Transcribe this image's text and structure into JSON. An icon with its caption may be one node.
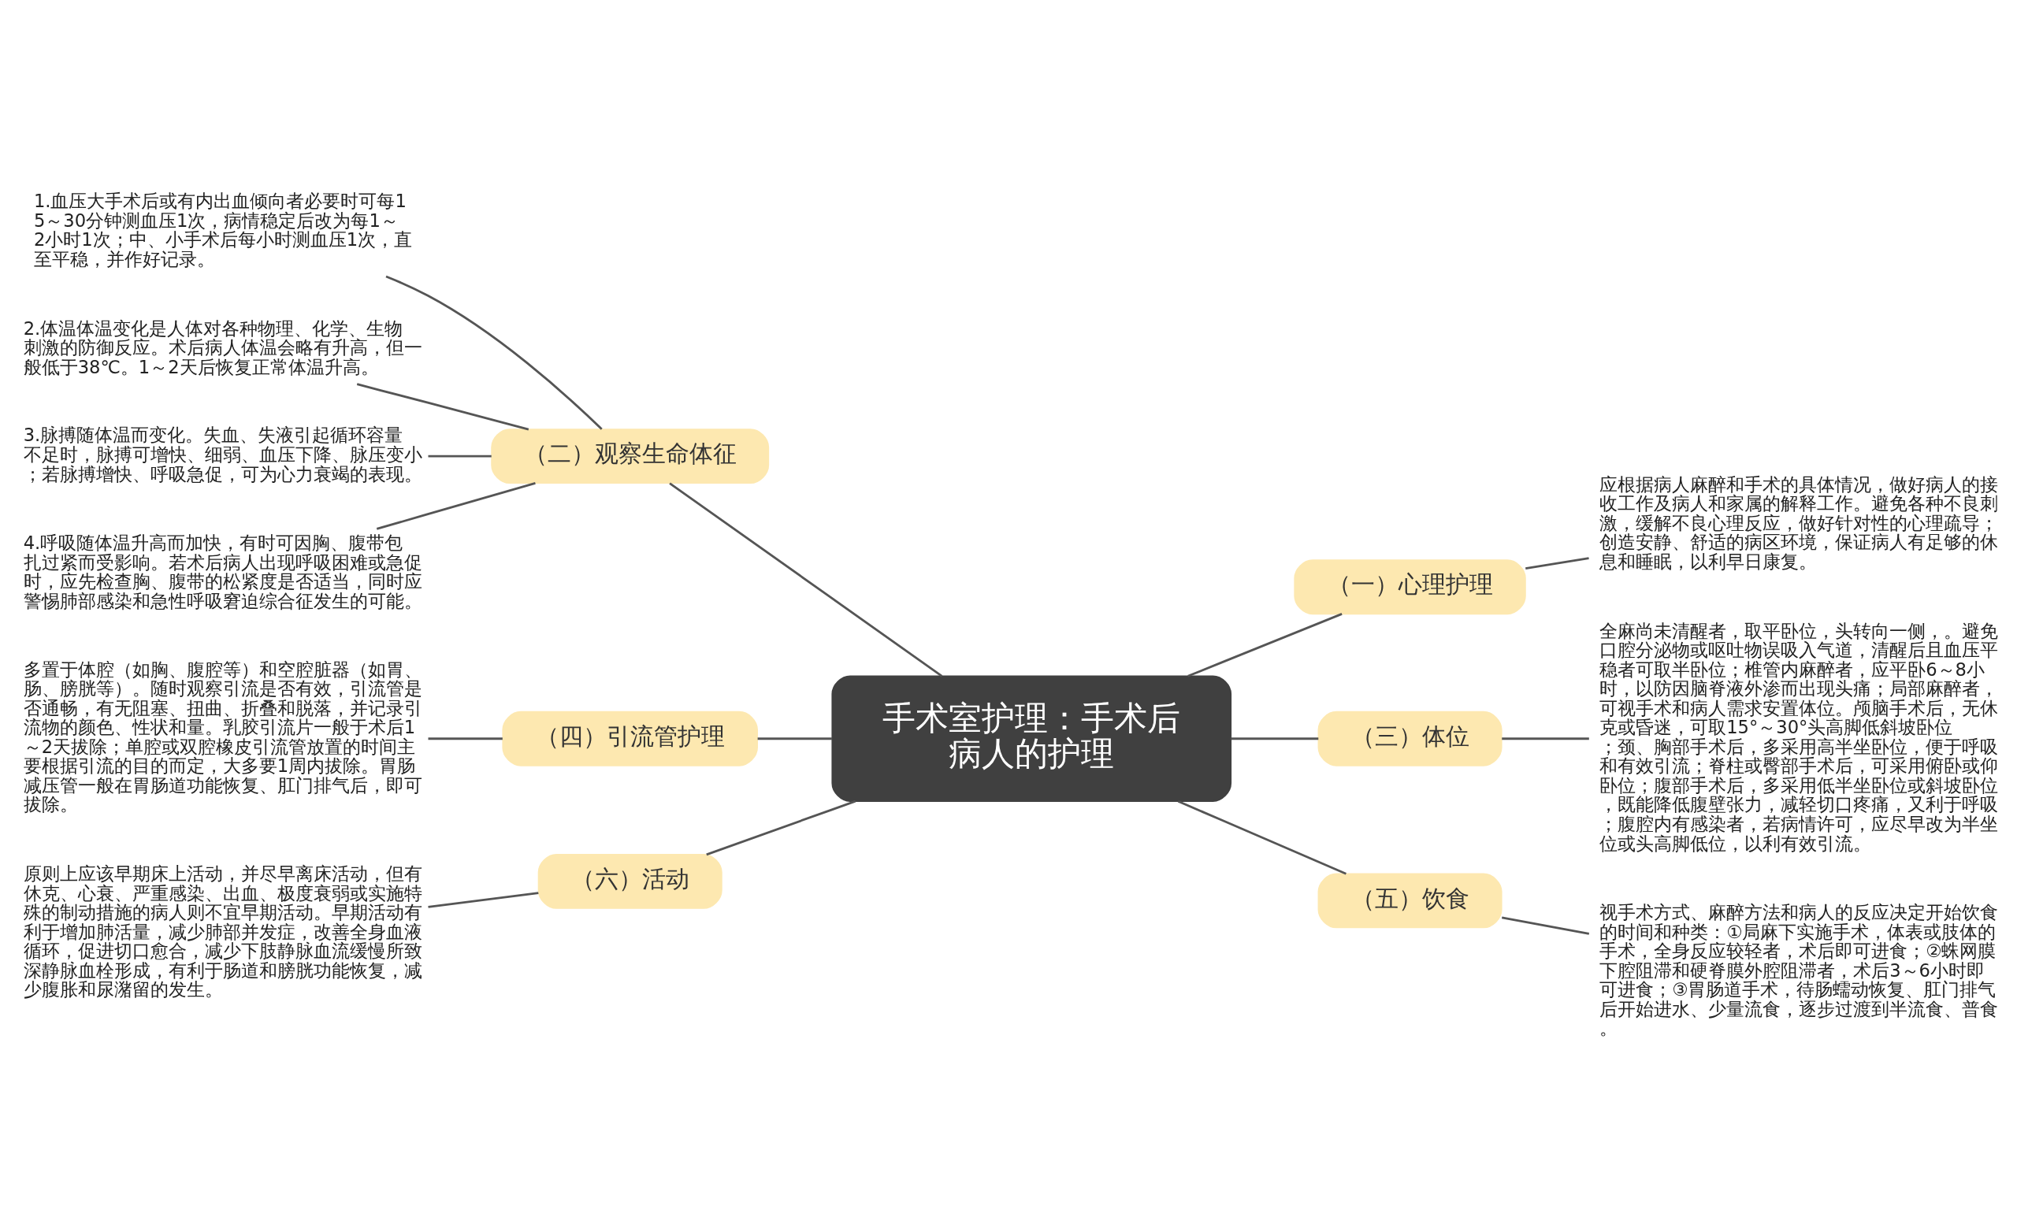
{
  "diagram": {
    "nodes": [
      {
        "text": [
          "手术室护理：手术后病人的护理"
        ]
      },
      {
        "text": [
          "（二）观察生命体征"
        ]
      },
      {
        "text": [
          "1.血压大手术后或有内出血倾向者必要时可每15～30分钟测血压1次，病情稳定后改为每1～2小时1次；中、小手术后每小时测血压1次，直至平稳，并作好记录。"
        ]
      },
      {
        "text": [
          "2.体温体温变化是人体对各种物理、化学、生物刺激的防御反应。术后病人体温会略有升高，但一般低于38℃。1～2天后恢复正常体温升高。"
        ]
      },
      {
        "text": [
          "3.脉搏随体温而变化。失血、失液引起循环容量不足时，脉搏可增快、细弱、血压下降、脉压变小；若脉搏增快、呼吸急促，可为心力衰竭的表现。"
        ]
      },
      {
        "text": [
          "4.呼吸随体温升高而加快，有时可因胸、腹带包扎过紧而受影响。若术后病人出现呼吸困难或急促时，应先检查胸、腹带的松紧度是否适当，同时应警惕肺部感染和急性呼吸窘迫综合征发生的可能。"
        ]
      },
      {
        "text": [
          "（一）心理护理"
        ]
      },
      {
        "text": [
          "应根据病人麻醉和手术的具体情况，做好病人的接收工作及病人和家属的解释工作。避免各种不良刺激，缓解不良心理反应，做好针对性的心理疏导；创造安静、舒适的病区环境，保证病人有足够的休息和睡眠，以利早日康复。"
        ]
      },
      {
        "text": [
          "（三）体位"
        ]
      },
      {
        "text": [
          "全麻尚未清醒者，取平卧位，头转向一侧，。避免口腔分泌物或呕吐物误吸入气道，清醒后且血压平稳者可取半卧位；椎管内麻醉者，应平卧6～8小时，以防因脑脊液外渗而出现头痛；局部麻醉者，可视手术和病人需求安置体位。颅脑手术后，无休克或昏迷，可取15°～30°头高脚低斜坡卧位；颈、胸部手术后，多采用高半坐卧位，便于呼吸和有效引流；脊柱或臀部手术后，可采用俯卧或仰卧位；腹部手术后，多采用低半坐卧位或斜坡卧位，既能降低腹壁张力，减轻切口疼痛，又利于呼吸；腹腔内有感染者，若病情许可，应尽早改为半坐位或头高脚低位，以利有效引流。"
        ]
      },
      {
        "text": [
          "（四）引流管护理"
        ]
      },
      {
        "text": [
          "多置于体腔（如胸、腹腔等）和空腔脏器（如胃、肠、膀胱等）。随时观察引流是否有效，引流管是否通畅，有无阻塞、扭曲、折叠和脱落，并记录引流物的颜色、性状和量。乳胶引流片一般于术后1～2天拔除；单腔或双腔橡皮引流管放置的时间主要根据引流的目的而定，大多要1周内拔除。胃肠减压管一般在胃肠道功能恢复、肛门排气后，即可拔除。"
        ]
      },
      {
        "text": [
          "（五）饮食"
        ]
      },
      {
        "text": [
          "视手术方式、麻醉方法和病人的反应决定开始饮食的时间和种类：①局麻下实施手术，体表或肢体的手术，全身反应较轻者，术后即可进食；②蛛网膜下腔阻滞和硬脊膜外腔阻滞者，术后3～6小时即可进食；③胃肠道手术，待肠蠕动恢复、肛门排气后开始进水、少量流食，逐步过渡到半流食、普食。"
        ]
      },
      {
        "text": [
          "（六）活动"
        ]
      },
      {
        "text": [
          "原则上应该早期床上活动，并尽早离床活动，但有休克、心衰、严重感染、出血、极度衰弱或实施特殊的制动措施的病人则不宜早期活动。早期活动有利于增加肺活量，减少肺部并发症，改善全身血液循环，促进切口愈合，减少下肢静脉血流缓慢所致深静脉血栓形成，有利于肠道和膀胱功能恢复，减少腹胀和尿潴留的发生。"
        ]
      }
    ],
    "edges": [
      {
        "from": 0,
        "to": 1,
        "arrow": "none"
      },
      {
        "from": 1,
        "to": 2,
        "arrow": "none"
      },
      {
        "from": 1,
        "to": 3,
        "arrow": "none"
      },
      {
        "from": 1,
        "to": 4,
        "arrow": "none"
      },
      {
        "from": 1,
        "to": 5,
        "arrow": "none"
      },
      {
        "from": 0,
        "to": 6,
        "arrow": "none"
      },
      {
        "from": 6,
        "to": 7,
        "arrow": "none"
      },
      {
        "from": 0,
        "to": 8,
        "arrow": "none"
      },
      {
        "from": 8,
        "to": 9,
        "arrow": "none"
      },
      {
        "from": 0,
        "to": 10,
        "arrow": "none"
      },
      {
        "from": 10,
        "to": 11,
        "arrow": "none"
      },
      {
        "from": 0,
        "to": 12,
        "arrow": "none"
      },
      {
        "from": 12,
        "to": 13,
        "arrow": "none"
      },
      {
        "from": 0,
        "to": 14,
        "arrow": "none"
      },
      {
        "from": 14,
        "to": 15,
        "arrow": "none"
      }
    ]
  }
}
